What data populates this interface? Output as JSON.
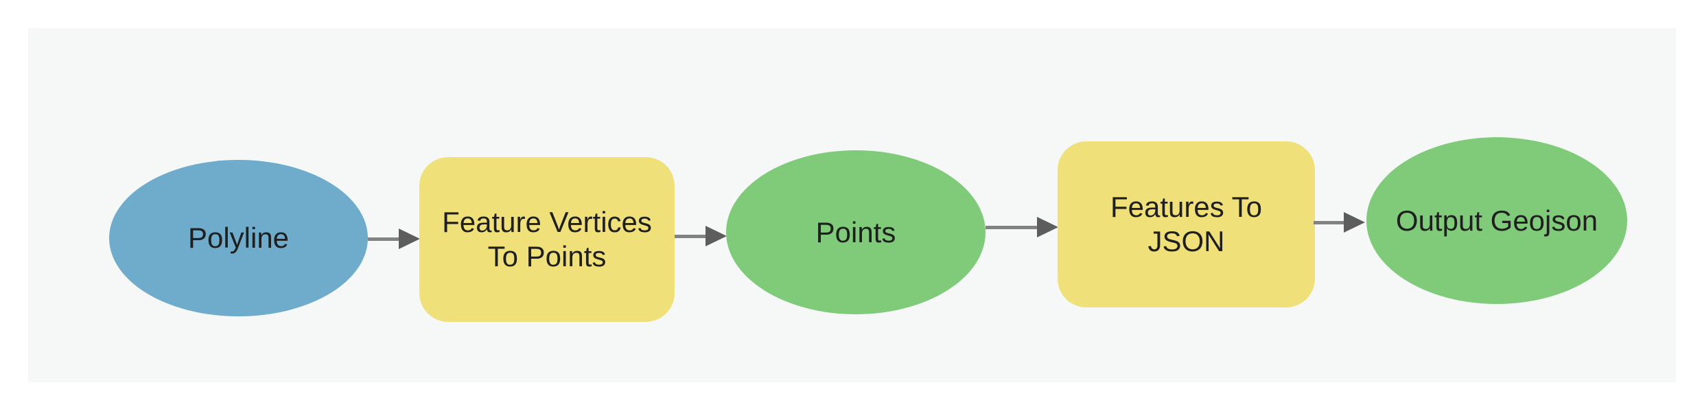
{
  "diagram": {
    "type": "geoprocessing-model-flowchart",
    "nodes": [
      {
        "label": "Polyline",
        "shape": "ellipse",
        "fill": "#6faccb"
      },
      {
        "label": "Feature Vertices\nTo Points",
        "shape": "rounded-rectangle",
        "fill": "#f0e07a"
      },
      {
        "label": "Points",
        "shape": "ellipse",
        "fill": "#7fcb7a"
      },
      {
        "label": "Features To\nJSON",
        "shape": "rounded-rectangle",
        "fill": "#f0e07a"
      },
      {
        "label": "Output Geojson",
        "shape": "ellipse",
        "fill": "#7fcb7a"
      }
    ],
    "connections": [
      {
        "from": "Polyline",
        "to": "Feature Vertices To Points"
      },
      {
        "from": "Feature Vertices To Points",
        "to": "Points"
      },
      {
        "from": "Points",
        "to": "Features To JSON"
      },
      {
        "from": "Features To JSON",
        "to": "Output Geojson"
      }
    ],
    "colors": {
      "page_background": "#ffffff",
      "canvas_background": "#f6f8f8",
      "blue_node": "#6faccb",
      "yellow_node": "#f0e07a",
      "green_node": "#7fcb7a",
      "arrow_line": "#828282",
      "arrow_head": "#5d5d5d",
      "text": "#1f1f1f"
    }
  }
}
